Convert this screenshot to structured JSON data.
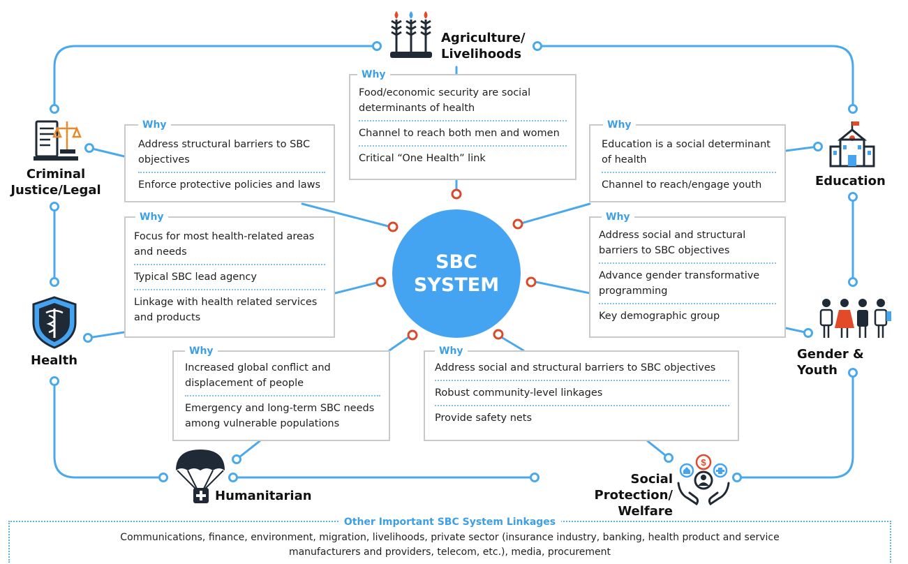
{
  "center": {
    "line1": "SBC",
    "line2": "SYSTEM"
  },
  "why_label": "Why",
  "nodes": {
    "agriculture": {
      "line1": "Agriculture/",
      "line2": "Livelihoods"
    },
    "criminal_justice": {
      "line1": "Criminal",
      "line2": "Justice/Legal"
    },
    "education": {
      "label": "Education"
    },
    "health": {
      "label": "Health"
    },
    "gender_youth": {
      "label": "Gender & Youth"
    },
    "humanitarian": {
      "label": "Humanitarian"
    },
    "social_protection": {
      "line1": "Social Protection/",
      "line2": "Welfare"
    }
  },
  "boxes": {
    "agriculture": [
      "Food/economic security are social determinants of health",
      "Channel to reach both men and women",
      "Critical “One Health” link"
    ],
    "criminal_justice": [
      "Address structural barriers to SBC objectives",
      "Enforce protective policies and laws"
    ],
    "education": [
      "Education is a social determinant of health",
      "Channel to reach/engage youth"
    ],
    "health": [
      "Focus for most health-related areas and needs",
      "Typical SBC lead agency",
      "Linkage with health related services and products"
    ],
    "gender_youth": [
      "Address social and structural barriers to SBC objectives",
      "Advance gender transformative programming",
      "Key demographic group"
    ],
    "humanitarian": [
      "Increased global conflict and displacement of people",
      "Emergency and long-term SBC needs among vulnerable populations"
    ],
    "social_protection": [
      "Address social and structural barriers to SBC objectives",
      "Robust community-level linkages",
      "Provide safety nets"
    ]
  },
  "other_linkages": {
    "title": "Other Important SBC System Linkages",
    "line1": "Communications, finance, environment, migration, livelihoods, private sector (insurance industry, banking, health product and service",
    "line2": "manufacturers and providers, telecom, etc.), media, procurement"
  },
  "colors": {
    "accent": "#45a4f2",
    "line": "#4aa8ec",
    "connector": "#d94a2a",
    "border": "#c9c9c9"
  },
  "icons": [
    "wheat-icon",
    "scales-of-justice-icon",
    "school-icon",
    "health-shield-icon",
    "family-icon",
    "parachute-icon",
    "hands-coins-icon",
    "medical-cross-icon"
  ]
}
